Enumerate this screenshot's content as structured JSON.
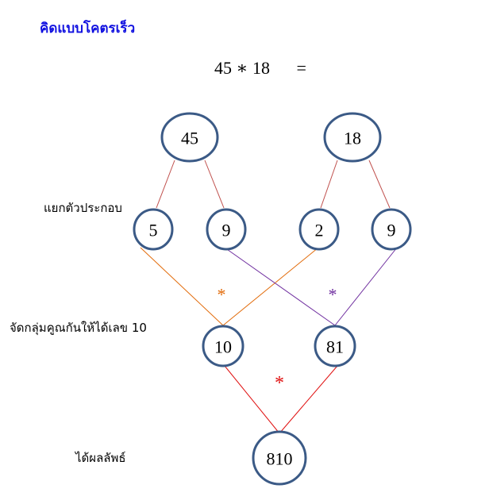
{
  "title": "คิดแบบโคตรเร็ว",
  "equation": {
    "left": "45",
    "operator": "∗",
    "right": "18",
    "equals": "="
  },
  "labels": {
    "factor": "แยกตัวประกอบ",
    "group": "จัดกลุ่มคูณกันให้ได้เลข 10",
    "result": "ได้ผลลัพธ์"
  },
  "nodes": {
    "n45": "45",
    "n18": "18",
    "n5": "5",
    "n9a": "9",
    "n2": "2",
    "n9b": "9",
    "n10": "10",
    "n81": "81",
    "n810": "810"
  },
  "operators": {
    "pair_ten": "*",
    "pair_eightyone": "*",
    "final": "*"
  },
  "colors": {
    "title": "#1010e0",
    "node_stroke": "#3b5a86",
    "tree_line": "#c0504d",
    "orange": "#e26b0a",
    "purple": "#7030a0",
    "red": "#e01010"
  }
}
